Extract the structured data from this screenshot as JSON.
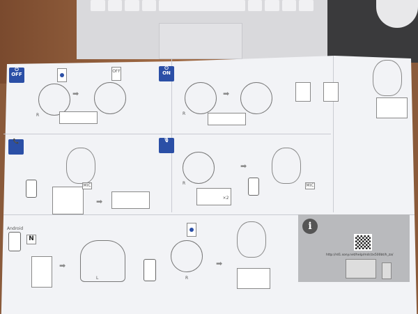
{
  "sections": {
    "power_off": {
      "badge": "OFF",
      "side_label": "R",
      "led_label": "OFF"
    },
    "power_on": {
      "badge": "ON",
      "side_label": "R"
    },
    "call": {
      "mic_label": "MIC"
    },
    "voice_assist": {
      "side_label": "R",
      "repeat": "×2",
      "mic_label": "MIC"
    },
    "nfc": {
      "os_label": "Android",
      "nfc_label": "N",
      "left_label": "L",
      "side_label": "R"
    },
    "info": {
      "icon": "i",
      "url": "http://rd1.sony.net/help/mdr/zx500bt/h_za/"
    }
  },
  "colors": {
    "accent": "#2b4fa6",
    "info_panel": "#b9babd"
  }
}
